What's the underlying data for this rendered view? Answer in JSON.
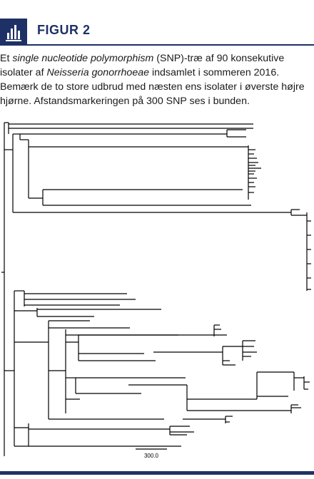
{
  "figure": {
    "title": "FIGUR 2",
    "icon": "bar-chart-icon"
  },
  "caption": {
    "part1": "Et ",
    "italic1": "single nucleotide polymorphism",
    "part2": " (SNP)-træ af 90 konsekutive isolater af ",
    "italic2": "Neisseria gonorrhoeae",
    "part3": " indsamlet i sommeren 2016. Bemærk de to store udbrud med næsten ens isolater i øverste højre hjørne. Afstandsmarkeringen på 300 SNP ses i bunden."
  },
  "tree": {
    "scale_label": "300.0"
  },
  "colors": {
    "brand": "#1e3166",
    "line": "#000000"
  }
}
